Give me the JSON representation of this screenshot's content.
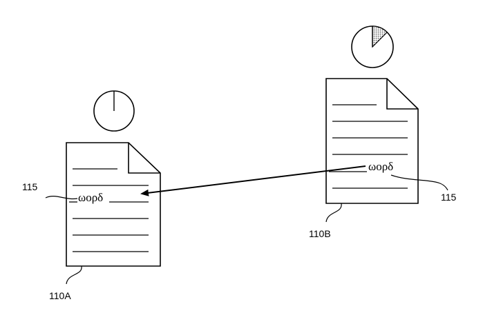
{
  "documents": [
    {
      "ref": "110A",
      "word": "ωορδ",
      "word_ref": "115",
      "clock_fill_fraction": 0.0
    },
    {
      "ref": "110B",
      "word": "ωορδ",
      "word_ref": "115",
      "clock_fill_fraction": 0.125
    }
  ],
  "colors": {
    "stroke": "#000000",
    "clock_fill": "#9a9a9a",
    "background": "#ffffff"
  }
}
